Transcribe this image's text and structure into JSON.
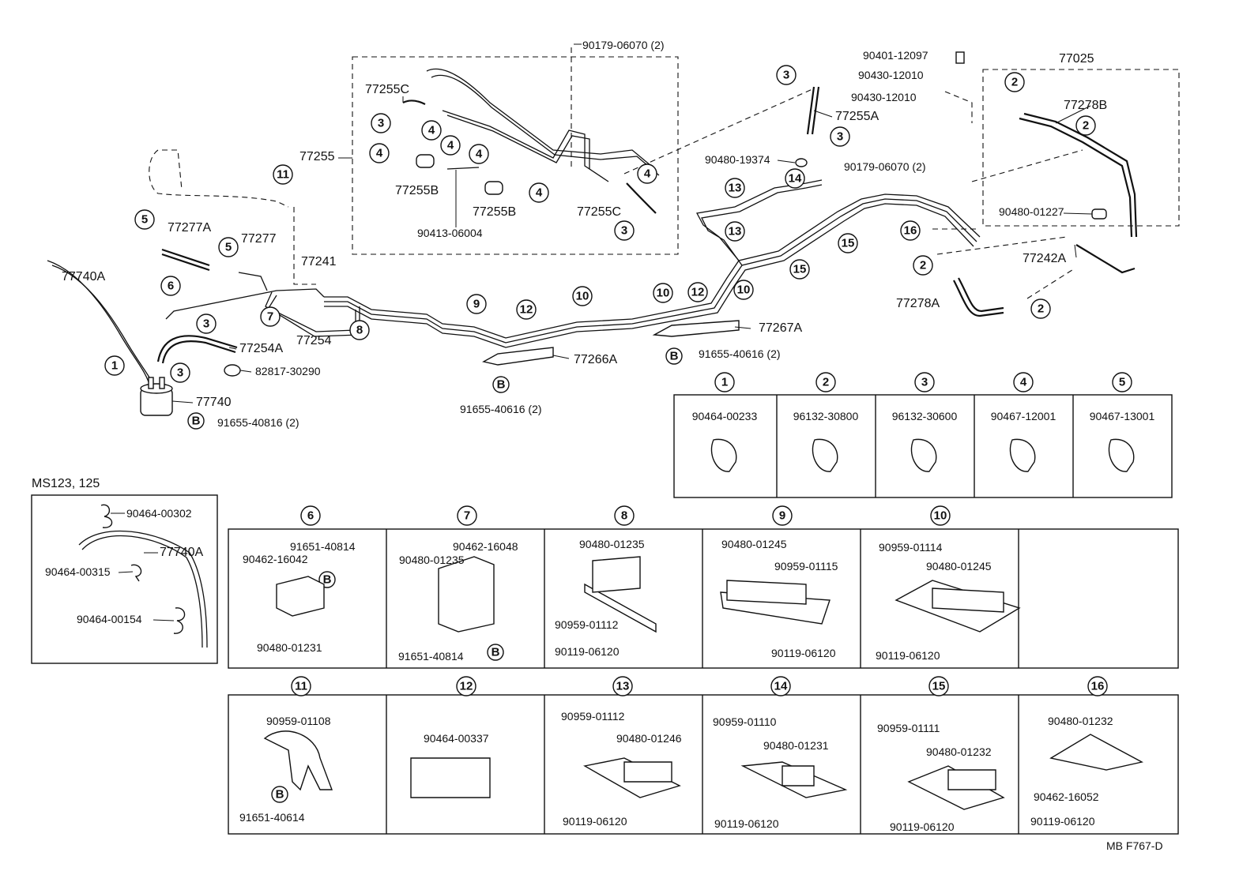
{
  "diagram": {
    "footer_code": "MB  F767-D",
    "b_marker": "B",
    "callouts": [
      {
        "id": "c-11",
        "num": "11"
      },
      {
        "id": "c-5a",
        "num": "5"
      },
      {
        "id": "c-5b",
        "num": "5"
      },
      {
        "id": "c-6",
        "num": "6"
      },
      {
        "id": "c-3a",
        "num": "3"
      },
      {
        "id": "c-7",
        "num": "7"
      },
      {
        "id": "c-8",
        "num": "8"
      },
      {
        "id": "c-1",
        "num": "1"
      },
      {
        "id": "c-3b",
        "num": "3"
      },
      {
        "id": "c-9",
        "num": "9"
      },
      {
        "id": "c-12a",
        "num": "12"
      },
      {
        "id": "c-10a",
        "num": "10"
      },
      {
        "id": "c-10b",
        "num": "10"
      },
      {
        "id": "c-12b",
        "num": "12"
      },
      {
        "id": "c-10c",
        "num": "10"
      },
      {
        "id": "c-13a",
        "num": "13"
      },
      {
        "id": "c-13b",
        "num": "13"
      },
      {
        "id": "c-14",
        "num": "14"
      },
      {
        "id": "c-15a",
        "num": "15"
      },
      {
        "id": "c-15b",
        "num": "15"
      },
      {
        "id": "c-3c",
        "num": "3"
      },
      {
        "id": "c-3d",
        "num": "3"
      },
      {
        "id": "c-16",
        "num": "16"
      },
      {
        "id": "c-2a",
        "num": "2"
      },
      {
        "id": "c-2b",
        "num": "2"
      },
      {
        "id": "c-2c",
        "num": "2"
      },
      {
        "id": "c-2d",
        "num": "2"
      },
      {
        "id": "c-3e",
        "num": "3"
      },
      {
        "id": "c-4a",
        "num": "4"
      },
      {
        "id": "c-4b",
        "num": "4"
      },
      {
        "id": "c-4c",
        "num": "4"
      },
      {
        "id": "c-4d",
        "num": "4"
      },
      {
        "id": "c-4e",
        "num": "4"
      },
      {
        "id": "c-4f",
        "num": "4"
      },
      {
        "id": "c-3f",
        "num": "3"
      }
    ],
    "labels": [
      {
        "id": "l-90179a",
        "text": "90179-06070 (2)"
      },
      {
        "id": "l-77255C-a",
        "text": "77255C"
      },
      {
        "id": "l-77255",
        "text": "77255"
      },
      {
        "id": "l-77255B-a",
        "text": "77255B"
      },
      {
        "id": "l-77255B-b",
        "text": "77255B"
      },
      {
        "id": "l-90413",
        "text": "90413-06004"
      },
      {
        "id": "l-77255C-b",
        "text": "77255C"
      },
      {
        "id": "l-77277A",
        "text": "77277A"
      },
      {
        "id": "l-77277",
        "text": "77277"
      },
      {
        "id": "l-77241",
        "text": "77241"
      },
      {
        "id": "l-77740A",
        "text": "77740A"
      },
      {
        "id": "l-77254A",
        "text": "77254A"
      },
      {
        "id": "l-77254",
        "text": "77254"
      },
      {
        "id": "l-82817",
        "text": "82817-30290"
      },
      {
        "id": "l-77740",
        "text": "77740"
      },
      {
        "id": "l-91655-40816",
        "text": "91655-40816 (2)"
      },
      {
        "id": "l-77266A",
        "text": "77266A"
      },
      {
        "id": "l-91655-40616a",
        "text": "91655-40616 (2)"
      },
      {
        "id": "l-77267A",
        "text": "77267A"
      },
      {
        "id": "l-91655-40616b",
        "text": "91655-40616 (2)"
      },
      {
        "id": "l-77255A",
        "text": "77255A"
      },
      {
        "id": "l-90480-19374",
        "text": "90480-19374"
      },
      {
        "id": "l-90401",
        "text": "90401-12097"
      },
      {
        "id": "l-90430a",
        "text": "90430-12010"
      },
      {
        "id": "l-90430b",
        "text": "90430-12010"
      },
      {
        "id": "l-90179b",
        "text": "90179-06070 (2)"
      },
      {
        "id": "l-77025",
        "text": "77025"
      },
      {
        "id": "l-77278B",
        "text": "77278B"
      },
      {
        "id": "l-90480-01227",
        "text": "90480-01227"
      },
      {
        "id": "l-77242A",
        "text": "77242A"
      },
      {
        "id": "l-77278A",
        "text": "77278A"
      }
    ],
    "clip_table_top": [
      {
        "num": "1",
        "part": "90464-00233"
      },
      {
        "num": "2",
        "part": "96132-30800"
      },
      {
        "num": "3",
        "part": "96132-30600"
      },
      {
        "num": "4",
        "part": "90467-12001"
      },
      {
        "num": "5",
        "part": "90467-13001"
      }
    ],
    "inset": {
      "title": "MS123, 125",
      "labels": [
        "90464-00302",
        "77740A",
        "90464-00315",
        "90464-00154"
      ]
    },
    "grid_row1": [
      {
        "num": "6",
        "labels": [
          "91651-40814",
          "90462-16042",
          "90480-01231"
        ]
      },
      {
        "num": "7",
        "labels": [
          "90462-16048",
          "90480-01235",
          "91651-40814"
        ]
      },
      {
        "num": "8",
        "labels": [
          "90480-01235",
          "90959-01112",
          "90119-06120"
        ]
      },
      {
        "num": "9",
        "labels": [
          "90480-01245",
          "90959-01115",
          "90119-06120"
        ]
      },
      {
        "num": "10",
        "labels": [
          "90959-01114",
          "90480-01245",
          "90119-06120"
        ]
      }
    ],
    "grid_row2": [
      {
        "num": "11",
        "labels": [
          "90959-01108",
          "91651-40614"
        ]
      },
      {
        "num": "12",
        "labels": [
          "90464-00337"
        ]
      },
      {
        "num": "13",
        "labels": [
          "90959-01112",
          "90480-01246",
          "90119-06120"
        ]
      },
      {
        "num": "14",
        "labels": [
          "90959-01110",
          "90480-01231",
          "90119-06120"
        ]
      },
      {
        "num": "15",
        "labels": [
          "90959-01111",
          "90480-01232",
          "90119-06120"
        ]
      },
      {
        "num": "16",
        "labels": [
          "90480-01232",
          "90462-16052",
          "90119-06120"
        ]
      }
    ]
  }
}
